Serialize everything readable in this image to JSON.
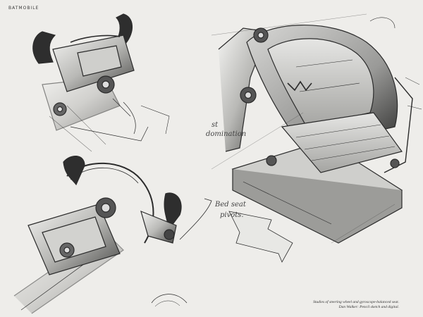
{
  "page": {
    "running_head": "BATMOBILE",
    "annotations": {
      "top": "st",
      "mid": "domination",
      "bottom_1": "Bed seat",
      "bottom_2": "pivots."
    },
    "emblem_label": "W",
    "caption": {
      "line1": "Studies of steering wheel and gyroscope-balanced seat.",
      "line2": "Dan Walker: Pencil sketch and digital."
    }
  }
}
